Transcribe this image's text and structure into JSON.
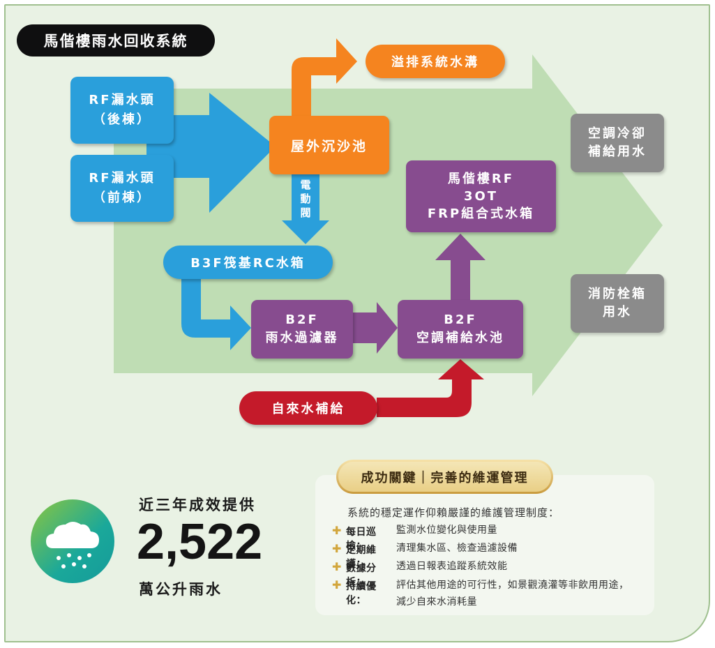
{
  "title": "馬偕樓雨水回收系統",
  "nodes": {
    "rf_back": "RF漏水頭\n（後棟）",
    "rf_front": "RF漏水頭\n（前棟）",
    "sand_tank": "屋外沉沙池",
    "overflow": "溢排系統水溝",
    "valve": "電動閥",
    "b3f_tank": "B3F筏基RC水箱",
    "b2f_filter": "B2F\n雨水過濾器",
    "b2f_pool": "B2F\n空調補給水池",
    "rf_tank": "馬偕樓RF\n3OT\nFRP組合式水箱",
    "tap_supply": "自來水補給",
    "ac_cooling": "空調冷卻\n補給用水",
    "fire_box": "消防栓箱\n用水"
  },
  "stats": {
    "label_top": "近三年成效提供",
    "value": "2,522",
    "label_bottom": "萬公升雨水"
  },
  "key": {
    "title": "成功關鍵｜完善的維運管理",
    "intro": "系統的穩定運作仰賴嚴謹的維護管理制度：",
    "items": [
      {
        "label": "每日巡檢：",
        "text": "監測水位變化與使用量"
      },
      {
        "label": "定期維護：",
        "text": "清理集水區、檢查過濾設備"
      },
      {
        "label": "數據分析：",
        "text": "透過日報表追蹤系統效能"
      },
      {
        "label": "持續優化：",
        "text": "評估其他用途的可行性，如景觀澆灌等非飲用用途，\n減少自來水消耗量"
      }
    ]
  },
  "colors": {
    "blue": "#2a9fdb",
    "orange": "#f5841f",
    "purple": "#874c8f",
    "gray": "#8b8b8b",
    "red": "#c41a2a",
    "green_arrow": "#bfddb4"
  },
  "icons": [
    "rain-cloud-icon",
    "plus-icon"
  ]
}
